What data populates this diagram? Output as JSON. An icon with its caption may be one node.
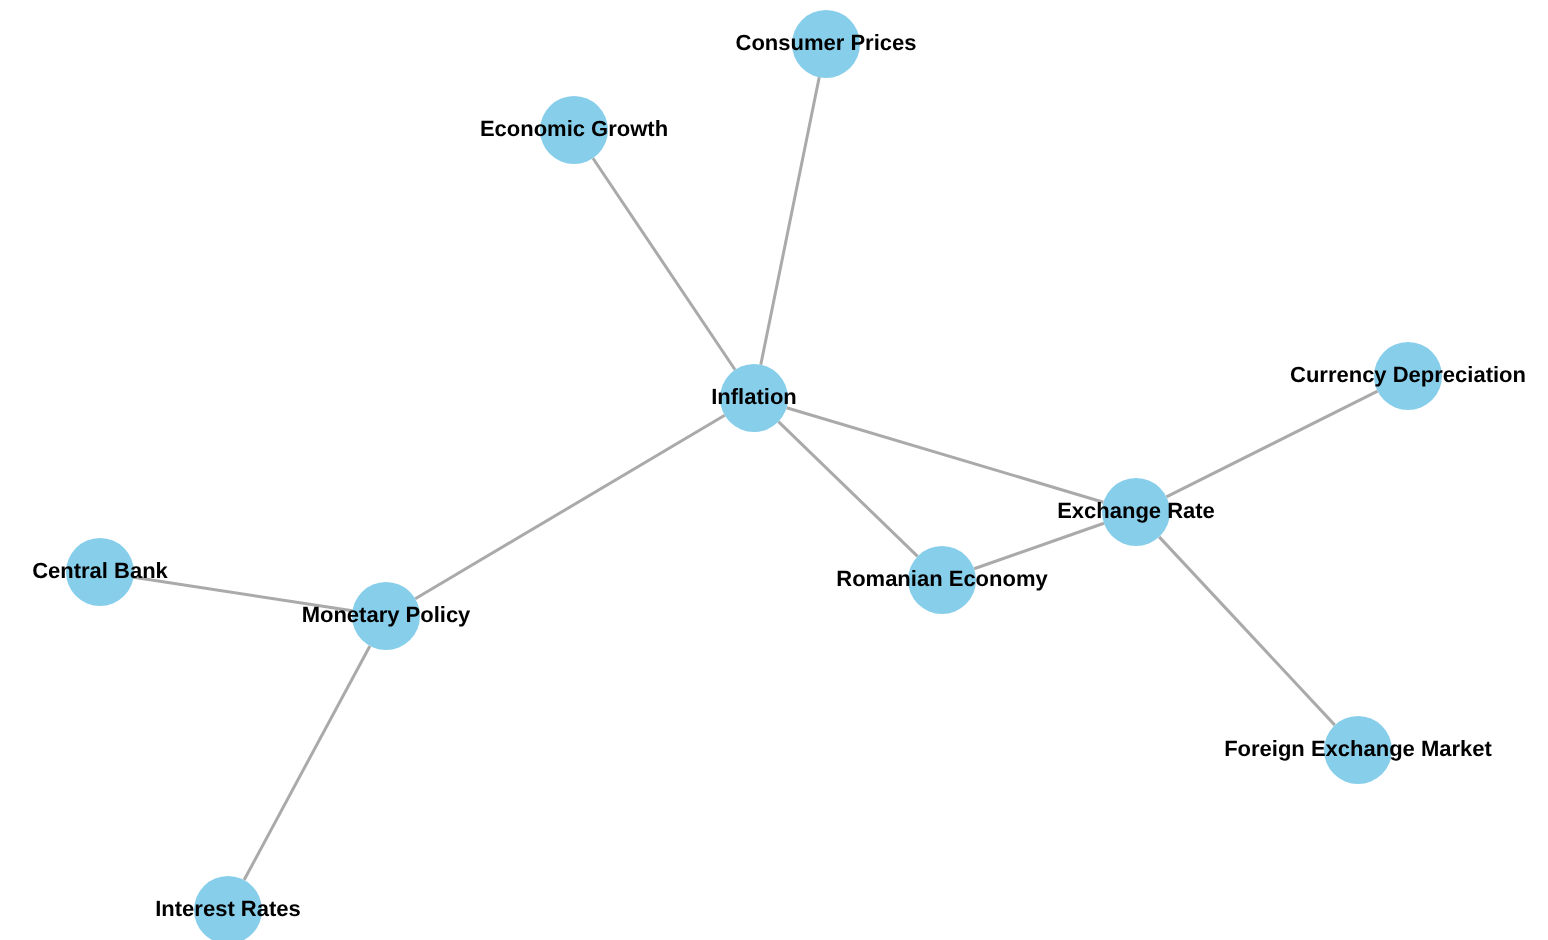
{
  "diagram": {
    "nodes": [
      {
        "text": [
          "Consumer Prices"
        ]
      },
      {
        "text": [
          "Economic Growth"
        ]
      },
      {
        "text": [
          "Inflation"
        ]
      },
      {
        "text": [
          "Currency Depreciation"
        ]
      },
      {
        "text": [
          "Exchange Rate"
        ]
      },
      {
        "text": [
          "Romanian Economy"
        ]
      },
      {
        "text": [
          "Central Bank"
        ]
      },
      {
        "text": [
          "Monetary Policy"
        ]
      },
      {
        "text": [
          "Foreign Exchange Market"
        ]
      },
      {
        "text": [
          "Interest Rates"
        ]
      }
    ],
    "edges": [
      {
        "from": 2,
        "to": 0,
        "arrow": "none"
      },
      {
        "from": 2,
        "to": 1,
        "arrow": "none"
      },
      {
        "from": 2,
        "to": 7,
        "arrow": "none"
      },
      {
        "from": 2,
        "to": 5,
        "arrow": "none"
      },
      {
        "from": 2,
        "to": 4,
        "arrow": "none"
      },
      {
        "from": 4,
        "to": 5,
        "arrow": "none"
      },
      {
        "from": 4,
        "to": 3,
        "arrow": "none"
      },
      {
        "from": 4,
        "to": 8,
        "arrow": "none"
      },
      {
        "from": 7,
        "to": 6,
        "arrow": "none"
      },
      {
        "from": 7,
        "to": 9,
        "arrow": "none"
      }
    ]
  }
}
